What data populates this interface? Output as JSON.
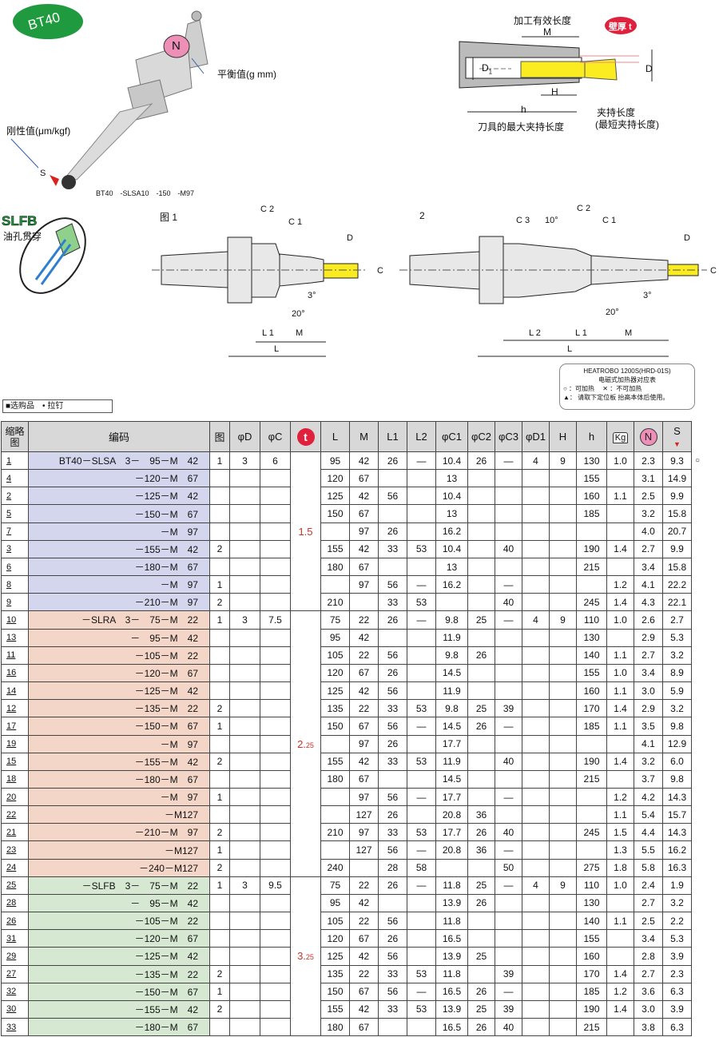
{
  "header": {
    "model": "BT40",
    "balance_label": "平衡值(g mm)",
    "rigidity_label": "刚性值(μm/kgf)",
    "model_code": "BT40　-SLSA10　-150　-M97",
    "n_mark": "N",
    "s_mark": "S",
    "slfb_title": "SLFB",
    "slfb_sub": "油孔贯穿",
    "fig1": "图 1",
    "fig2": "2",
    "effective_len": "加工有效长度",
    "m": "M",
    "wall": "壁厚 t",
    "d1": "D",
    "d1_sub": "1",
    "d": "D",
    "h_upper": "H",
    "h_lower": "h",
    "clamp_len": "夹持长度",
    "clamp_min": "(最短夹持长度)",
    "max_clamp": "刀具的最大夹持长度",
    "c1": "C 1",
    "c2": "C 2",
    "c3": "C 3",
    "c": "C",
    "l": "L",
    "l1": "L 1",
    "l2": "L 2",
    "ang3": "3°",
    "ang20": "20°",
    "ang10": "10°"
  },
  "legend": "■选购品　• 拉钉",
  "heater": {
    "title": "HEATROBO 1200S(HRD-01S)",
    "sub": "电磁式加热器对应表",
    "l1": "○ ：可加热　 ✕ ：不可加热",
    "l2": "▲： 请取下定位板 抬高本体后使用。"
  },
  "table": {
    "headers": [
      "缩略图",
      "编码",
      "图",
      "φD",
      "φC",
      "t",
      "L",
      "M",
      "L1",
      "L2",
      "φC1",
      "φC2",
      "φC3",
      "φD1",
      "H",
      "h",
      "Kg",
      "N",
      "S"
    ],
    "head_abbr": [
      "缩略",
      "图"
    ],
    "rows": [
      [
        "1",
        "BT40－SLSA　3－　95－M　42",
        "1",
        "3",
        "6",
        "95",
        "42",
        "26",
        "—",
        "10.4",
        "26",
        "—",
        "4",
        "9",
        "130",
        "1.0",
        "2.3",
        "9.3",
        "○"
      ],
      [
        "4",
        "－120－M　67",
        "",
        "",
        "",
        "120",
        "67",
        "",
        "",
        "13",
        "",
        "",
        "",
        "",
        "155",
        "",
        "3.1",
        "14.9",
        ""
      ],
      [
        "2",
        "－125－M　42",
        "",
        "",
        "",
        "125",
        "42",
        "56",
        "",
        "10.4",
        "",
        "",
        "",
        "",
        "160",
        "1.1",
        "2.5",
        "9.9",
        ""
      ],
      [
        "5",
        "－150－M　67",
        "",
        "",
        "",
        "150",
        "67",
        "",
        "",
        "13",
        "",
        "",
        "",
        "",
        "185",
        "",
        "3.2",
        "15.8",
        ""
      ],
      [
        "7",
        "－M　97",
        "",
        "",
        "",
        "",
        "97",
        "26",
        "",
        "16.2",
        "",
        "",
        "",
        "",
        "",
        "",
        "4.0",
        "20.7",
        ""
      ],
      [
        "3",
        "－155－M　42",
        "2",
        "",
        "",
        "155",
        "42",
        "33",
        "53",
        "10.4",
        "",
        "40",
        "",
        "",
        "190",
        "1.4",
        "2.7",
        "9.9",
        ""
      ],
      [
        "6",
        "－180－M　67",
        "",
        "",
        "",
        "180",
        "67",
        "",
        "",
        "13",
        "",
        "",
        "",
        "",
        "215",
        "",
        "3.4",
        "15.8",
        ""
      ],
      [
        "8",
        "－M　97",
        "1",
        "",
        "",
        "",
        "97",
        "56",
        "—",
        "16.2",
        "",
        "—",
        "",
        "",
        "",
        "1.2",
        "4.1",
        "22.2",
        ""
      ],
      [
        "9",
        "－210－M　97",
        "2",
        "",
        "",
        "210",
        "",
        "33",
        "53",
        "",
        "",
        "40",
        "",
        "",
        "245",
        "1.4",
        "4.3",
        "22.1",
        ""
      ],
      [
        "10",
        "－SLRA　3－　75－M　22",
        "1",
        "3",
        "7.5",
        "75",
        "22",
        "26",
        "—",
        "9.8",
        "25",
        "—",
        "4",
        "9",
        "110",
        "1.0",
        "2.6",
        "2.7",
        ""
      ],
      [
        "13",
        "－　95－M　42",
        "",
        "",
        "",
        "95",
        "42",
        "",
        "",
        "11.9",
        "",
        "",
        "",
        "",
        "130",
        "",
        "2.9",
        "5.3",
        ""
      ],
      [
        "11",
        "－105－M　22",
        "",
        "",
        "",
        "105",
        "22",
        "56",
        "",
        "9.8",
        "26",
        "",
        "",
        "",
        "140",
        "1.1",
        "2.7",
        "3.2",
        ""
      ],
      [
        "16",
        "－120－M　67",
        "",
        "",
        "",
        "120",
        "67",
        "26",
        "",
        "14.5",
        "",
        "",
        "",
        "",
        "155",
        "1.0",
        "3.4",
        "8.9",
        ""
      ],
      [
        "14",
        "－125－M　42",
        "",
        "",
        "",
        "125",
        "42",
        "56",
        "",
        "11.9",
        "",
        "",
        "",
        "",
        "160",
        "1.1",
        "3.0",
        "5.9",
        ""
      ],
      [
        "12",
        "－135－M　22",
        "2",
        "",
        "",
        "135",
        "22",
        "33",
        "53",
        "9.8",
        "25",
        "39",
        "",
        "",
        "170",
        "1.4",
        "2.9",
        "3.2",
        ""
      ],
      [
        "17",
        "－150－M　67",
        "1",
        "",
        "",
        "150",
        "67",
        "56",
        "—",
        "14.5",
        "26",
        "—",
        "",
        "",
        "185",
        "1.1",
        "3.5",
        "9.8",
        ""
      ],
      [
        "19",
        "－M　97",
        "",
        "",
        "",
        "",
        "97",
        "26",
        "",
        "17.7",
        "",
        "",
        "",
        "",
        "",
        "",
        "4.1",
        "12.9",
        ""
      ],
      [
        "15",
        "－155－M　42",
        "2",
        "",
        "",
        "155",
        "42",
        "33",
        "53",
        "11.9",
        "",
        "40",
        "",
        "",
        "190",
        "1.4",
        "3.2",
        "6.0",
        ""
      ],
      [
        "18",
        "－180－M　67",
        "",
        "",
        "",
        "180",
        "67",
        "",
        "",
        "14.5",
        "",
        "",
        "",
        "",
        "215",
        "",
        "3.7",
        "9.8",
        ""
      ],
      [
        "20",
        "－M　97",
        "1",
        "",
        "",
        "",
        "97",
        "56",
        "—",
        "17.7",
        "",
        "—",
        "",
        "",
        "",
        "1.2",
        "4.2",
        "14.3",
        ""
      ],
      [
        "22",
        "－M127",
        "",
        "",
        "",
        "",
        "127",
        "26",
        "",
        "20.8",
        "36",
        "",
        "",
        "",
        "",
        "1.1",
        "5.4",
        "15.7",
        ""
      ],
      [
        "21",
        "－210－M　97",
        "2",
        "",
        "",
        "210",
        "97",
        "33",
        "53",
        "17.7",
        "26",
        "40",
        "",
        "",
        "245",
        "1.5",
        "4.4",
        "14.3",
        ""
      ],
      [
        "23",
        "－M127",
        "1",
        "",
        "",
        "",
        "127",
        "56",
        "—",
        "20.8",
        "36",
        "—",
        "",
        "",
        "",
        "1.3",
        "5.5",
        "16.2",
        ""
      ],
      [
        "24",
        "－240－M127",
        "2",
        "",
        "",
        "240",
        "",
        "28",
        "58",
        "",
        "",
        "50",
        "",
        "",
        "275",
        "1.8",
        "5.8",
        "16.3",
        ""
      ],
      [
        "25",
        "－SLFB　3－　75－M　22",
        "1",
        "3",
        "9.5",
        "75",
        "22",
        "26",
        "—",
        "11.8",
        "25",
        "—",
        "4",
        "9",
        "110",
        "1.0",
        "2.4",
        "1.9",
        ""
      ],
      [
        "28",
        "－　95－M　42",
        "",
        "",
        "",
        "95",
        "42",
        "",
        "",
        "13.9",
        "26",
        "",
        "",
        "",
        "130",
        "",
        "2.7",
        "3.2",
        ""
      ],
      [
        "26",
        "－105－M　22",
        "",
        "",
        "",
        "105",
        "22",
        "56",
        "",
        "11.8",
        "",
        "",
        "",
        "",
        "140",
        "1.1",
        "2.5",
        "2.2",
        ""
      ],
      [
        "31",
        "－120－M　67",
        "",
        "",
        "",
        "120",
        "67",
        "26",
        "",
        "16.5",
        "",
        "",
        "",
        "",
        "155",
        "",
        "3.4",
        "5.3",
        ""
      ],
      [
        "29",
        "－125－M　42",
        "",
        "",
        "",
        "125",
        "42",
        "56",
        "",
        "13.9",
        "25",
        "",
        "",
        "",
        "160",
        "",
        "2.8",
        "3.9",
        ""
      ],
      [
        "27",
        "－135－M　22",
        "2",
        "",
        "",
        "135",
        "22",
        "33",
        "53",
        "11.8",
        "",
        "39",
        "",
        "",
        "170",
        "1.4",
        "2.7",
        "2.3",
        ""
      ],
      [
        "32",
        "－150－M　67",
        "1",
        "",
        "",
        "150",
        "67",
        "56",
        "—",
        "16.5",
        "26",
        "—",
        "",
        "",
        "185",
        "1.2",
        "3.6",
        "6.3",
        ""
      ],
      [
        "30",
        "－155－M　42",
        "2",
        "",
        "",
        "155",
        "42",
        "33",
        "53",
        "13.9",
        "25",
        "39",
        "",
        "",
        "190",
        "1.4",
        "3.0",
        "3.9",
        ""
      ],
      [
        "33",
        "－180－M　67",
        "",
        "",
        "",
        "180",
        "67",
        "",
        "",
        "16.5",
        "26",
        "40",
        "",
        "",
        "215",
        "",
        "3.8",
        "6.3",
        ""
      ]
    ],
    "t_groups": [
      {
        "start": 0,
        "span": 9,
        "value": "1.5",
        "frac": ""
      },
      {
        "start": 9,
        "span": 15,
        "value": "2.",
        "frac": "25"
      },
      {
        "start": 24,
        "span": 9,
        "value": "3.",
        "frac": "25"
      }
    ]
  }
}
